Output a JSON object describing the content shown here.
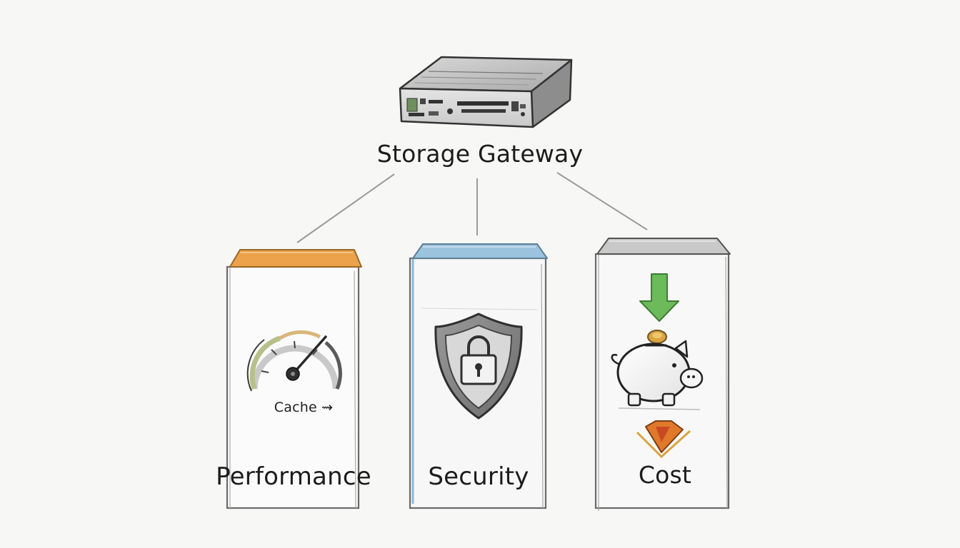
{
  "gateway": {
    "title": "Storage Gateway",
    "icon": "server-appliance-icon"
  },
  "pillars": [
    {
      "label": "Performance",
      "accent": "#e39a3b",
      "icon": "speedometer-icon",
      "caption": "Cache ⇝"
    },
    {
      "label": "Security",
      "accent": "#7fb3d6",
      "icon": "shield-lock-icon"
    },
    {
      "label": "Cost",
      "accent": "#8a8a8a",
      "icon": "piggy-bank-icon"
    }
  ],
  "colors": {
    "arrow_down": "#5fae4f",
    "diamond": "#e07a2a",
    "coin": "#d9a441",
    "ink": "#3a3a3a"
  }
}
